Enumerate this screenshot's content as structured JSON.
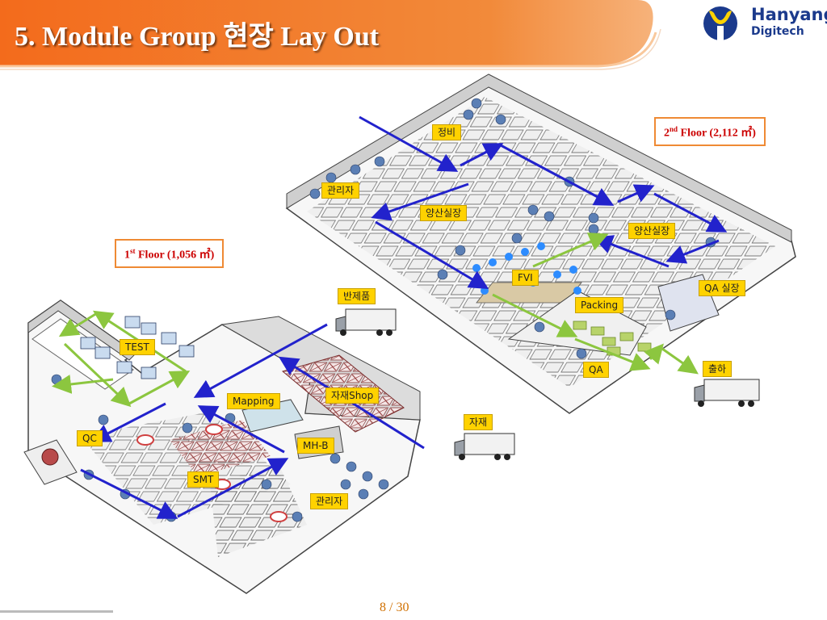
{
  "header": {
    "title": "5. Module Group 현장 Lay Out",
    "logo_line1": "Hanyang",
    "logo_line2": "Digitech",
    "accent_color": "#f07a22",
    "logo_color": "#1b3a8c"
  },
  "floors": {
    "first": {
      "ordinal": "1",
      "suffix": "st",
      "text": "Floor (1,056 ㎡)"
    },
    "second": {
      "ordinal": "2",
      "suffix": "nd",
      "text": "Floor (2,112 ㎡)"
    }
  },
  "labels": {
    "jeongbi": "정비",
    "manager_top": "관리자",
    "production_left": "양산실장",
    "production_right": "양산실장",
    "fvi": "FVI",
    "packing": "Packing",
    "qa_room": "QA 실장",
    "qa": "QA",
    "shipping": "출하",
    "return": "반제품",
    "test": "TEST",
    "mapping": "Mapping",
    "material_shop": "자재Shop",
    "material": "자재",
    "qc": "QC",
    "mhb": "MH-B",
    "smt": "SMT",
    "manager_bottom": "관리자"
  },
  "colors": {
    "flow_blue": "#2222cc",
    "flow_green": "#8cc63f",
    "label_yellow": "#ffd200",
    "floor_border": "#ef8a34",
    "floor_text": "#cc0000"
  },
  "footer": {
    "page": "8 / 30"
  }
}
